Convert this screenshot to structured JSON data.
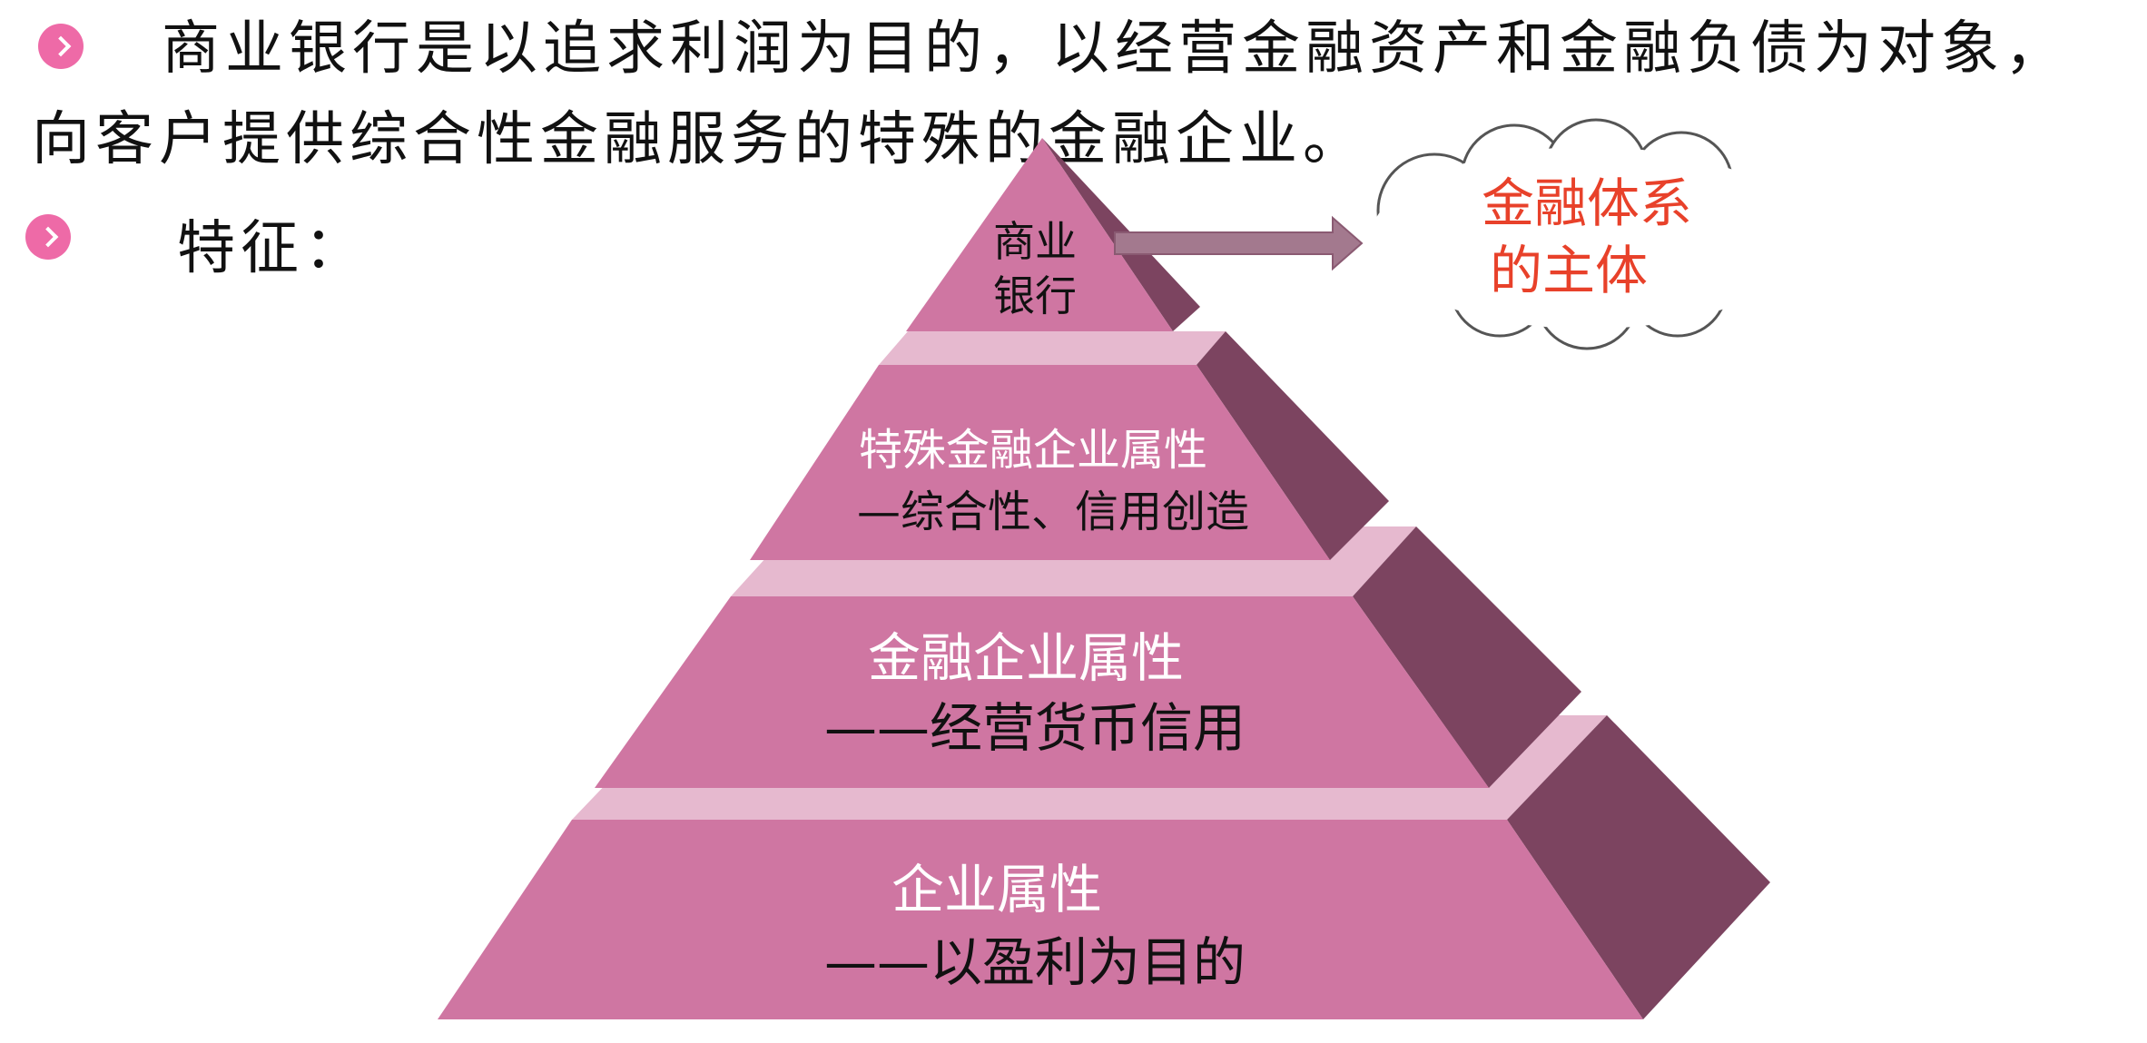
{
  "intro": {
    "line1": "商业银行是以追求利润为目的，以经营金融资产和金融负债为对象，",
    "line2": "向客户提供综合性金融服务的特殊的金融企业。"
  },
  "features": {
    "label": "特征："
  },
  "pyramid": {
    "levels": [
      {
        "line1": "商业",
        "line2": "银行"
      },
      {
        "line1": "特殊金融企业属性",
        "line2": "—综合性、信用创造"
      },
      {
        "line1": "金融企业属性",
        "line2": "——经营货币信用"
      },
      {
        "line1": "企业属性",
        "line2": "——以盈利为目的"
      }
    ]
  },
  "callout": {
    "line1": "金融体系",
    "line2": "的主体"
  },
  "colors": {
    "front": "#cf76a2",
    "side": "#7c4460",
    "top": "#e6b9cf",
    "accent": "#ee6aa7",
    "callout_text": "#e8412a",
    "arrow": "#a3798e"
  }
}
